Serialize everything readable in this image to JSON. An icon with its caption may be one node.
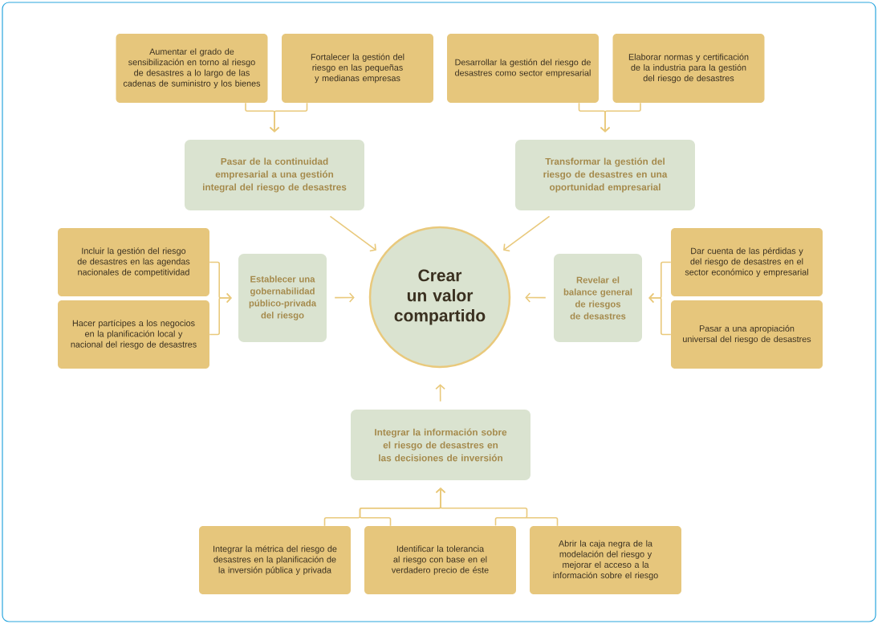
{
  "diagram": {
    "nodes": [
      {
        "text": [
          "Aumentar el grado de sensibilización en torno al riesgo de desastres a lo largo de las cadenas de suministro y los bienes"
        ]
      },
      {
        "text": [
          "Fortalecer la gestión del riesgo en las pequeñas y medianas empresas"
        ]
      },
      {
        "text": [
          "Desarrollar la gestión del riesgo de desastres como sector empresarial"
        ]
      },
      {
        "text": [
          "Elaborar normas y certificación de la industria para la gestión del riesgo de desastres"
        ]
      },
      {
        "text": [
          "Pasar de la continuidad empresarial a una gestión integral del riesgo de desastres"
        ]
      },
      {
        "text": [
          "Transformar la gestión del riesgo de desastres en una oportunidad empresarial"
        ]
      },
      {
        "text": [
          "Incluir la gestión del riesgo de desastres en las agendas nacionales de competitividad"
        ]
      },
      {
        "text": [
          "Hacer partícipes a los negocios en la planificación local y nacional del riesgo de desastres"
        ]
      },
      {
        "text": [
          "Establecer una gobernabilidad público-privada del riesgo"
        ]
      },
      {
        "text": [
          "Crear un valor compartido"
        ]
      },
      {
        "text": [
          "Revelar el balance general de riesgos de desastres"
        ]
      },
      {
        "text": [
          "Dar cuenta de las pérdidas y del riesgo de desastres en el sector económico y empresarial"
        ]
      },
      {
        "text": [
          "Pasar a una apropiación universal del riesgo de desastres"
        ]
      },
      {
        "text": [
          "Integrar la información sobre el riesgo de desastres en las decisiones de inversión"
        ]
      },
      {
        "text": [
          "Integrar la métrica del riesgo de desastres en la planificación de la inversión pública y privada"
        ]
      },
      {
        "text": [
          "Identificar la tolerancia al riesgo con base en el verdadero precio de éste"
        ]
      },
      {
        "text": [
          "Abrir la caja negra de la modelación del riesgo y mejorar el acceso a la información sobre el riesgo"
        ]
      }
    ],
    "edges": [
      {
        "from": 0,
        "to": 4,
        "arrow": "to"
      },
      {
        "from": 1,
        "to": 4,
        "arrow": "to"
      },
      {
        "from": 2,
        "to": 5,
        "arrow": "to"
      },
      {
        "from": 3,
        "to": 5,
        "arrow": "to"
      },
      {
        "from": 4,
        "to": 9,
        "arrow": "to"
      },
      {
        "from": 5,
        "to": 9,
        "arrow": "to"
      },
      {
        "from": 6,
        "to": 8,
        "arrow": "to"
      },
      {
        "from": 7,
        "to": 8,
        "arrow": "to"
      },
      {
        "from": 8,
        "to": 9,
        "arrow": "to"
      },
      {
        "from": 10,
        "to": 9,
        "arrow": "to"
      },
      {
        "from": 11,
        "to": 10,
        "arrow": "to"
      },
      {
        "from": 12,
        "to": 10,
        "arrow": "to"
      },
      {
        "from": 13,
        "to": 9,
        "arrow": "to"
      },
      {
        "from": 14,
        "to": 13,
        "arrow": "to"
      },
      {
        "from": 15,
        "to": 13,
        "arrow": "to"
      },
      {
        "from": 16,
        "to": 13,
        "arrow": "to"
      }
    ]
  }
}
